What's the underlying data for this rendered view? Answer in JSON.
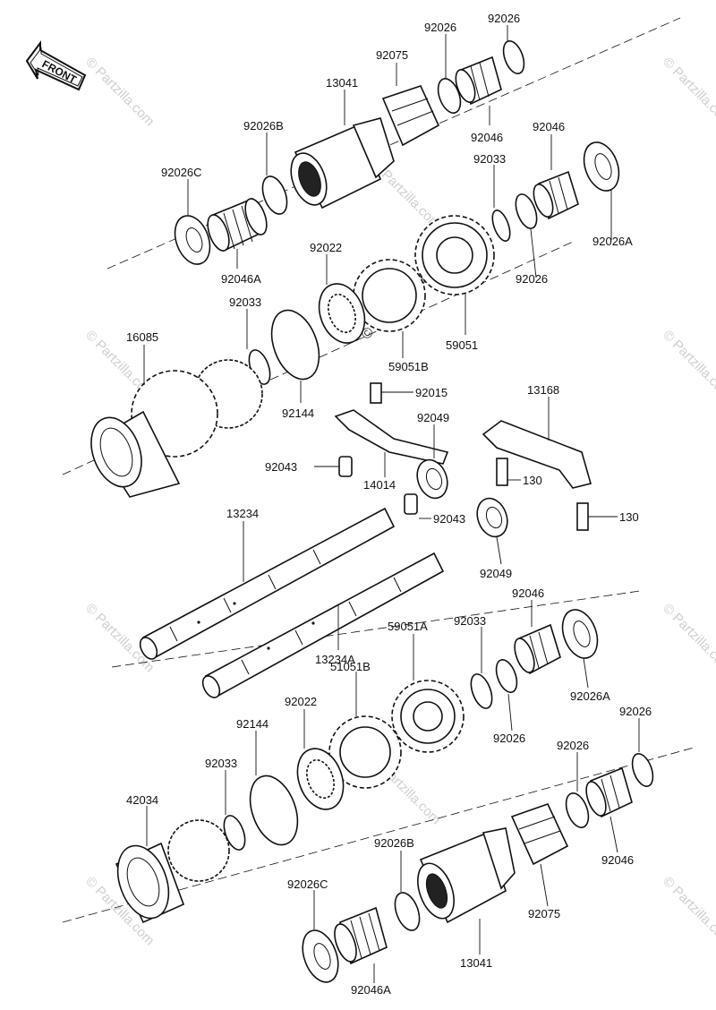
{
  "front_badge": "FRONT",
  "watermark": "© Partzilla.com",
  "labels": {
    "l13041_top": "13041",
    "l92075_top": "92075",
    "l92026_top1": "92026",
    "l92026_top2": "92026",
    "l92026B_top": "92026B",
    "l92046_top1": "92046",
    "l92046_top2": "92046",
    "l92033_top": "92033",
    "l92026C_top": "92026C",
    "l92046A_top": "92046A",
    "l92026_topr": "92026",
    "l92026A_top": "92026A",
    "l92022_top": "92022",
    "l92033_mid": "92033",
    "l59051": "59051",
    "l16085": "16085",
    "l59051B_top": "59051B",
    "l92144_top": "92144",
    "l92043_a": "92043",
    "l92043_b": "92043",
    "l92049_a": "92049",
    "l92049_b": "92049",
    "l13168": "13168",
    "l14014": "14014",
    "l130_a": "130",
    "l130_b": "130",
    "l92015": "92015",
    "l13234": "13234",
    "l13234A": "13234A",
    "l59051A": "59051A",
    "l92033_low": "92033",
    "l92046_low1": "92046",
    "l51051B": "51051B",
    "l92026A_low": "92026A",
    "l92026_low1": "92026",
    "l92022_low": "92022",
    "l92144_low": "92144",
    "l92033_low2": "92033",
    "l92026_low2": "92026",
    "l92026_low3": "92026",
    "l42034": "42034",
    "l92026B_low": "92026B",
    "l92046_low2": "92046",
    "l92075_low": "92075",
    "l92026C_low": "92026C",
    "l13041_low": "13041",
    "l92046A_low": "92046A"
  }
}
